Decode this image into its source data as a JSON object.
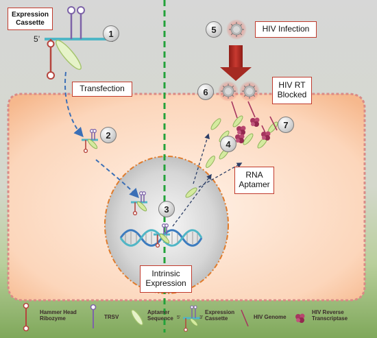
{
  "labels": {
    "expression_cassette": "Expression\nCassette",
    "five_prime": "5’",
    "three_prime": "3’",
    "transfection": "Transfection",
    "hiv_infection": "HIV Infection",
    "hiv_rt_blocked": "HIV RT\nBlocked",
    "rna_aptamer": "RNA\nAptamer",
    "intrinsic_expression": "Intrinsic\nExpression"
  },
  "steps": [
    "1",
    "2",
    "3",
    "4",
    "5",
    "6",
    "7"
  ],
  "legend": {
    "hammerhead": "Hammer Head\nRibozyme",
    "trsv": "TRSV",
    "aptamer": "Aptamer\nSequence",
    "cassette": "Expression\nCassette",
    "cassette_5": "5’",
    "cassette_3": "3’",
    "hiv_genome": "HIV Genome",
    "hiv_rt": "HIV Reverse\nTranscriptase"
  },
  "colors": {
    "box_border": "#c0392b",
    "arrow_red": "#b52a22",
    "ribozyme": "#b5443d",
    "trsv": "#7d63a8",
    "aptamer": "#b9d98c",
    "cassette": "#4fb6c6",
    "dashed_green": "#23a23a",
    "transfection_arrow": "#3b6fb6",
    "rt_protein": "#a6365f"
  }
}
